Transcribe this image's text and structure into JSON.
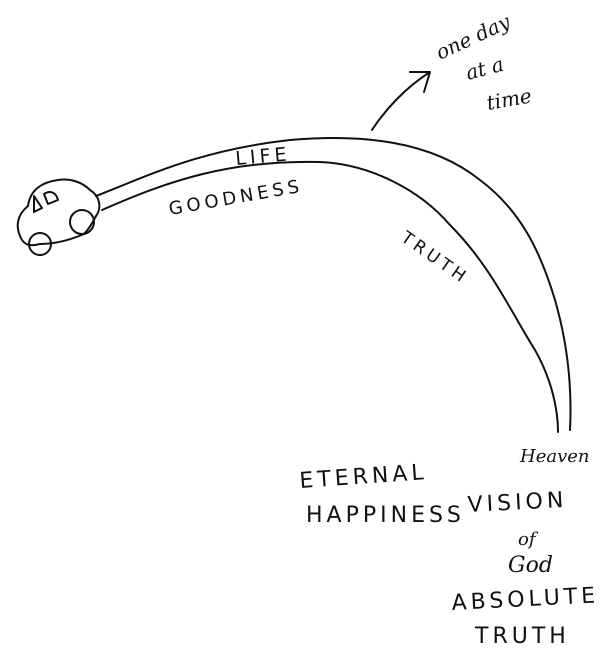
{
  "road": {
    "upper_label": "LIFE",
    "lower_label": "GOODNESS",
    "descent_label": "TRUTH"
  },
  "arrow_note": {
    "line1": "one day",
    "line2": "at a",
    "line3": "time"
  },
  "destination": {
    "eternal": "ETERNAL",
    "happiness": "HAPPINESS",
    "heaven": "Heaven",
    "vision": "VISION",
    "of": "of",
    "god": "God",
    "absolute": "ABSOLUTE",
    "truth": "TRUTH"
  }
}
